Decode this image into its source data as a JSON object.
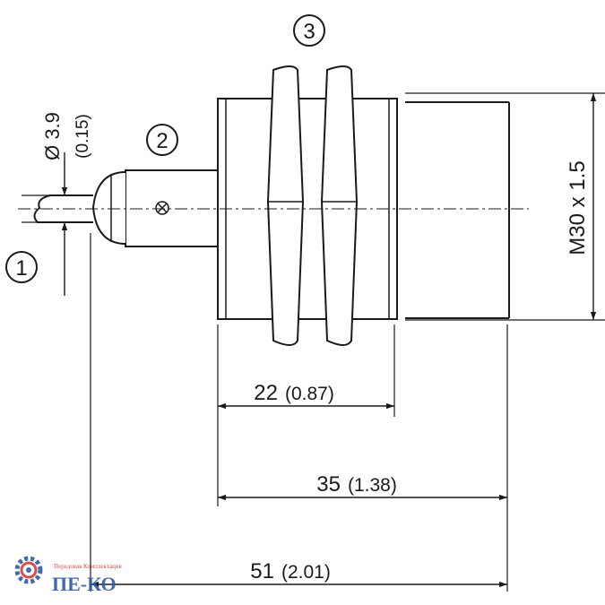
{
  "callouts": {
    "cable": "1",
    "connector": "2",
    "nuts": "3"
  },
  "dimensions": {
    "cable_diameter": "Ø 3.9",
    "cable_diameter_inch": "(0.15)",
    "thread": "M30 x 1.5",
    "length_22": "22",
    "length_22_inch": "(0.87)",
    "length_35": "35",
    "length_35_inch": "(1.38)",
    "length_51": "51",
    "length_51_inch": "(2.01)"
  },
  "watermark": {
    "tagline": "Передовая Комплектация",
    "brand": "ПЕ-КО"
  },
  "colors": {
    "line": "#1a1a1a",
    "logo_red": "#d33b3b",
    "logo_blue": "#2f5aa8"
  }
}
